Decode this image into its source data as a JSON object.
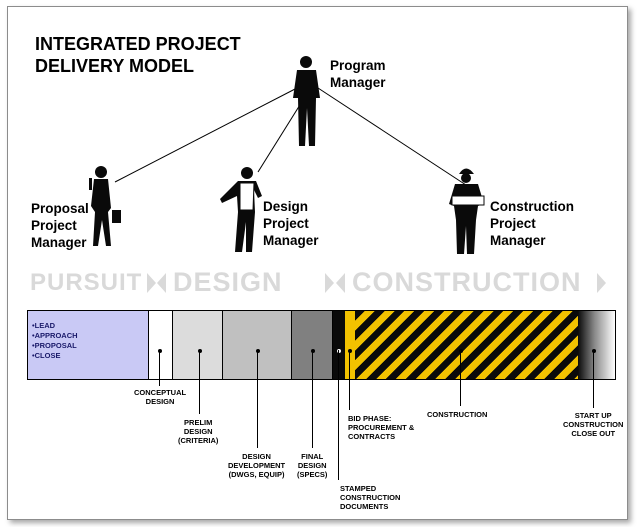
{
  "title_line1": "INTEGRATED PROJECT",
  "title_line2": "DELIVERY MODEL",
  "roles": {
    "program": [
      "Program",
      "Manager"
    ],
    "proposal": [
      "Proposal",
      "Project",
      "Manager"
    ],
    "design": [
      "Design",
      "Project",
      "Manager"
    ],
    "construction": [
      "Construction",
      "Project",
      "Manager"
    ]
  },
  "phases": [
    "PURSUIT",
    "DESIGN",
    "CONSTRUCTION"
  ],
  "pursuit_bullets": [
    "•LEAD",
    "•APPROACH",
    "•PROPOSAL",
    "•CLOSE"
  ],
  "stages": {
    "conceptual": [
      "CONCEPTUAL",
      "DESIGN"
    ],
    "prelim": [
      "PRELIM",
      "DESIGN",
      "(CRITERIA)"
    ],
    "dd": [
      "DESIGN",
      "DEVELOPMENT",
      "(DWGS, EQUIP)"
    ],
    "final": [
      "FINAL",
      "DESIGN",
      "(SPECS)"
    ],
    "stamped": [
      "STAMPED",
      "CONSTRUCTION",
      "DOCUMENTS"
    ],
    "bid": [
      "BID PHASE:",
      "PROCUREMENT &",
      "CONTRACTS"
    ],
    "construction": [
      "CONSTRUCTION"
    ],
    "startup": [
      "START UP",
      "CONSTRUCTION",
      "CLOSE OUT"
    ]
  },
  "colors": {
    "pursuit": "#c9c9f5",
    "prelim": "#dcdcdc",
    "dd": "#c0c0c0",
    "final": "#808080",
    "hazard_yellow": "#f2c200",
    "phase_text": "#d9d9d9"
  },
  "icons": [
    "program-manager-figure-icon",
    "proposal-manager-figure-icon",
    "design-manager-figure-icon",
    "construction-manager-figure-icon"
  ]
}
